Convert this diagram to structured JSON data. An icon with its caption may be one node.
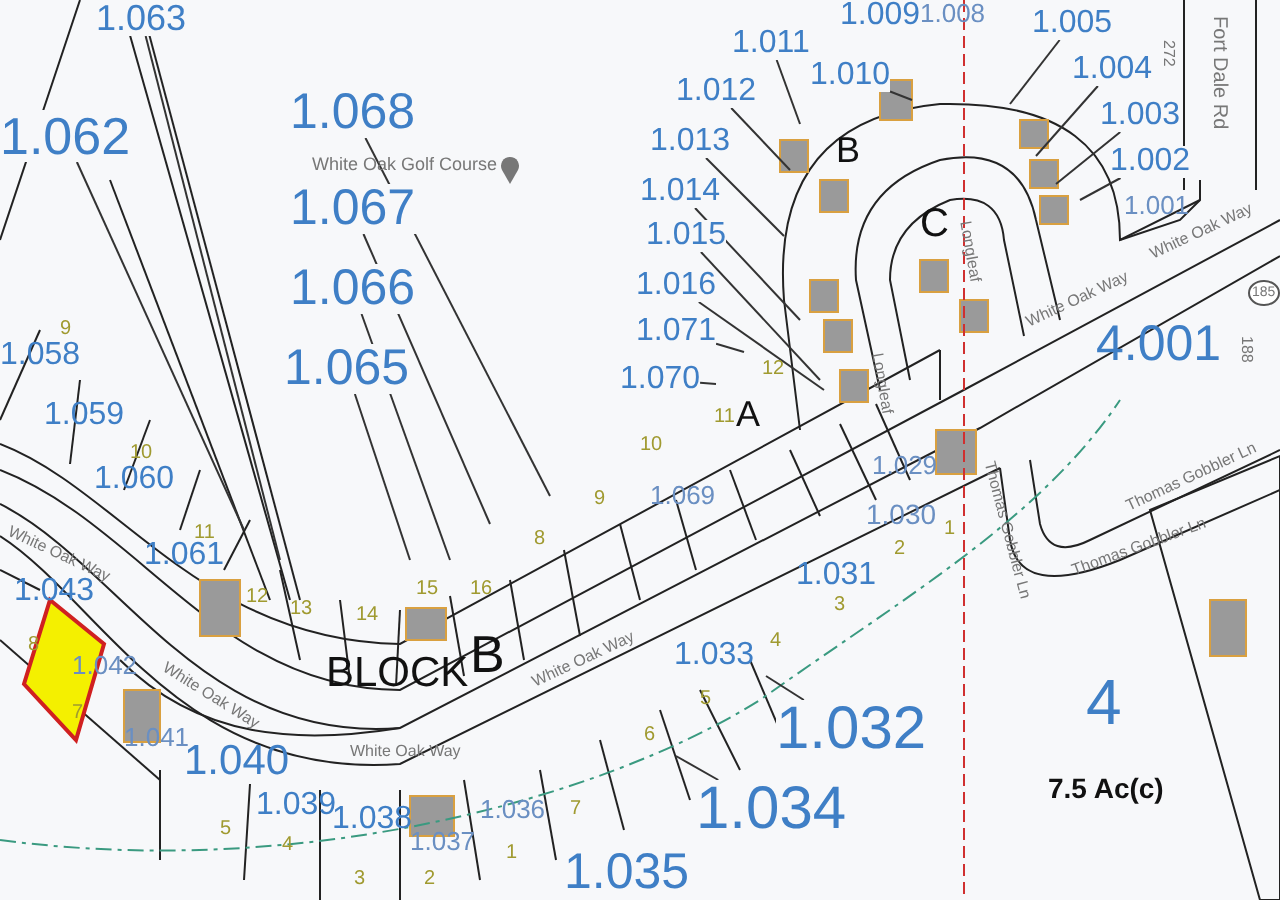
{
  "diagram": {
    "nodes": [
      {
        "text": [
          "1.063"
        ]
      },
      {
        "text": [
          "1.062"
        ]
      },
      {
        "text": [
          "1.068"
        ]
      },
      {
        "text": [
          "1.067"
        ]
      },
      {
        "text": [
          "1.066"
        ]
      },
      {
        "text": [
          "1.065"
        ]
      },
      {
        "text": [
          "1.011"
        ]
      },
      {
        "text": [
          "1.010"
        ]
      },
      {
        "text": [
          "1.012"
        ]
      },
      {
        "text": [
          "1.013"
        ]
      },
      {
        "text": [
          "1.014"
        ]
      },
      {
        "text": [
          "1.015"
        ]
      },
      {
        "text": [
          "1.016"
        ]
      },
      {
        "text": [
          "1.071"
        ]
      },
      {
        "text": [
          "1.070"
        ]
      },
      {
        "text": [
          "1.005"
        ]
      },
      {
        "text": [
          "1.004"
        ]
      },
      {
        "text": [
          "1.003"
        ]
      },
      {
        "text": [
          "1.002"
        ]
      },
      {
        "text": [
          "1.032"
        ]
      },
      {
        "text": [
          "1.034"
        ]
      }
    ],
    "edges": [
      {
        "from": 0,
        "to": null,
        "arrow": "none"
      },
      {
        "from": 1,
        "to": null,
        "arrow": "none"
      },
      {
        "from": 2,
        "to": null,
        "arrow": "none"
      },
      {
        "from": 3,
        "to": null,
        "arrow": "none"
      },
      {
        "from": 4,
        "to": null,
        "arrow": "none"
      },
      {
        "from": 5,
        "to": null,
        "arrow": "none"
      },
      {
        "from": 6,
        "to": null,
        "arrow": "none"
      },
      {
        "from": 7,
        "to": null,
        "arrow": "none"
      },
      {
        "from": 8,
        "to": null,
        "arrow": "none"
      },
      {
        "from": 9,
        "to": null,
        "arrow": "none"
      },
      {
        "from": 10,
        "to": null,
        "arrow": "none"
      },
      {
        "from": 11,
        "to": null,
        "arrow": "none"
      },
      {
        "from": 12,
        "to": null,
        "arrow": "none"
      },
      {
        "from": 13,
        "to": null,
        "arrow": "none"
      },
      {
        "from": 14,
        "to": null,
        "arrow": "none"
      },
      {
        "from": 15,
        "to": null,
        "arrow": "none"
      },
      {
        "from": 16,
        "to": null,
        "arrow": "none"
      },
      {
        "from": 17,
        "to": null,
        "arrow": "none"
      },
      {
        "from": 18,
        "to": null,
        "arrow": "none"
      },
      {
        "from": 19,
        "to": null,
        "arrow": "none"
      },
      {
        "from": 20,
        "to": null,
        "arrow": "none"
      }
    ],
    "labels": [
      "1.009",
      "1.008",
      "White Oak Golf Course",
      "B",
      "C",
      "1.001",
      "272",
      "Fort Dale Rd",
      "185",
      "188",
      "Longleaf",
      "White Oak Way",
      "White Oak Way",
      "Longleaf",
      "4.001",
      "1.058",
      "9",
      "1.059",
      "12",
      "11",
      "A",
      "10",
      "1.069",
      "1.029",
      "10",
      "1.060",
      "11",
      "1.061",
      "12",
      "13",
      "14",
      "15",
      "16",
      "8",
      "9",
      "1.043",
      "8",
      "1.042",
      "7",
      "1.041",
      "1.040",
      "BLOCK",
      "B",
      "White Oak Way",
      "White Oak Way",
      "White Oak Way",
      "White Oak Way",
      "Thomas Gobbler Ln",
      "Thomas Gobbler Ln",
      "Thomas Gobbler Ln",
      "1.030",
      "1",
      "2",
      "1.031",
      "3",
      "1.033",
      "4",
      "5",
      "6",
      "1.039",
      "5",
      "4",
      "1.038",
      "3",
      "1.037",
      "2",
      "1.036",
      "1",
      "7",
      "4",
      "7.5 Ac(c)",
      "1.035"
    ]
  }
}
